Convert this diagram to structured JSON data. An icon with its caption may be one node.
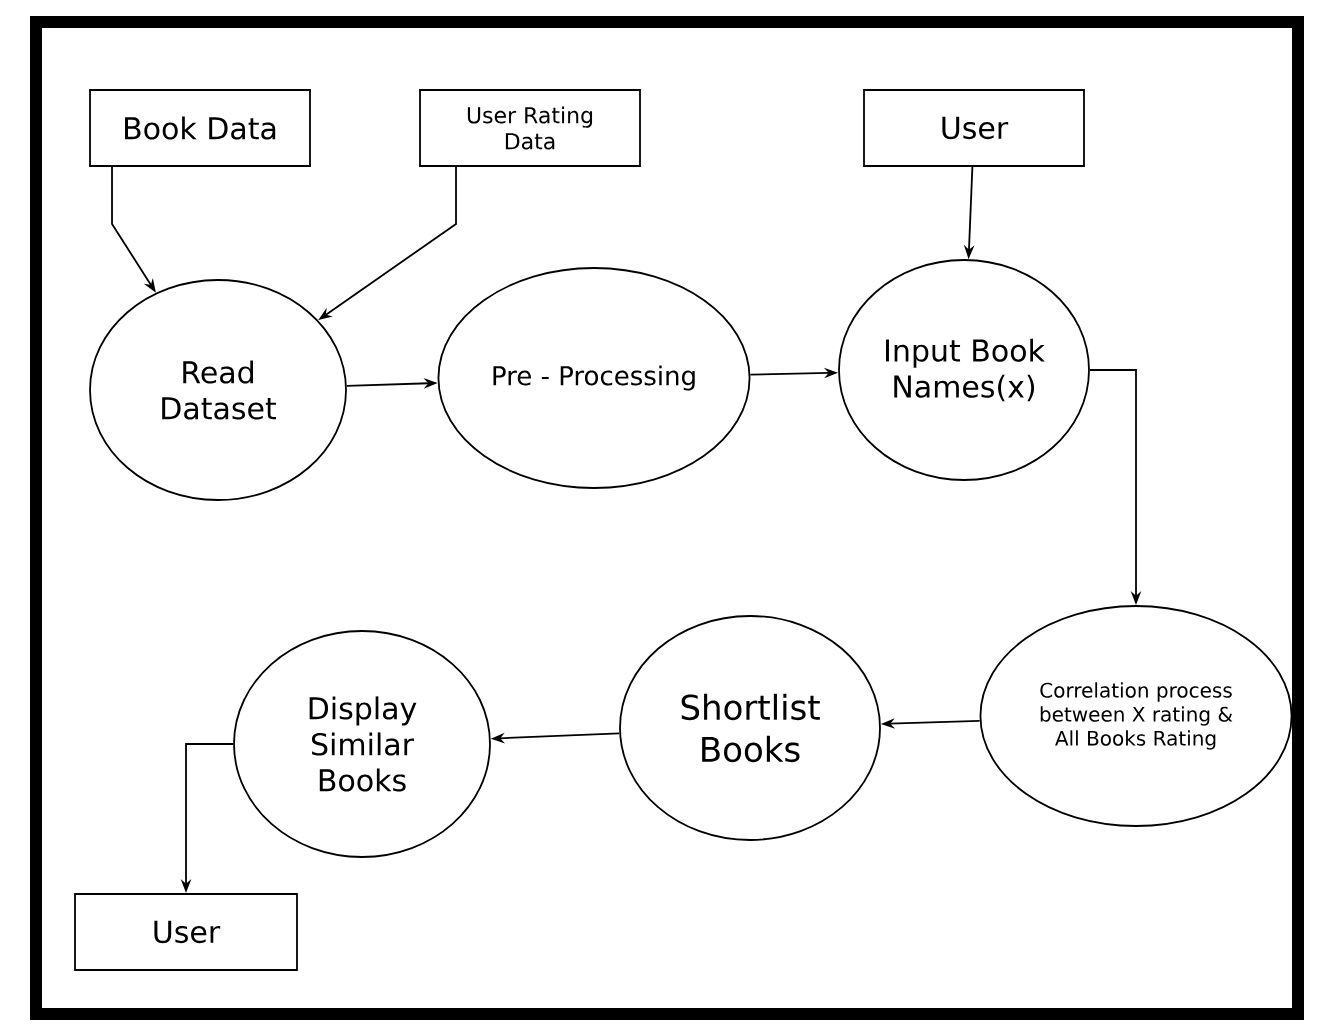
{
  "diagram": {
    "nodes": [
      {
        "text": [
          "Book Data"
        ]
      },
      {
        "text": [
          "User Rating Data"
        ]
      },
      {
        "text": [
          "User"
        ]
      },
      {
        "text": [
          "Read Dataset"
        ]
      },
      {
        "text": [
          "Pre - Processing"
        ]
      },
      {
        "text": [
          "Input Book Names(x)"
        ]
      },
      {
        "text": [
          "Correlation process between X rating & All Books Rating"
        ]
      },
      {
        "text": [
          "Shortlist Books"
        ]
      },
      {
        "text": [
          "Display Similar Books"
        ]
      },
      {
        "text": [
          "User"
        ]
      }
    ],
    "edges": [
      {
        "from": 0,
        "to": 3,
        "arrow": "to"
      },
      {
        "from": 1,
        "to": 3,
        "arrow": "to"
      },
      {
        "from": 2,
        "to": 5,
        "arrow": "to"
      },
      {
        "from": 3,
        "to": 4,
        "arrow": "to"
      },
      {
        "from": 4,
        "to": 5,
        "arrow": "to"
      },
      {
        "from": 5,
        "to": 6,
        "arrow": "to"
      },
      {
        "from": 6,
        "to": 7,
        "arrow": "to"
      },
      {
        "from": 7,
        "to": 8,
        "arrow": "to"
      },
      {
        "from": 8,
        "to": 9,
        "arrow": "to"
      }
    ]
  }
}
